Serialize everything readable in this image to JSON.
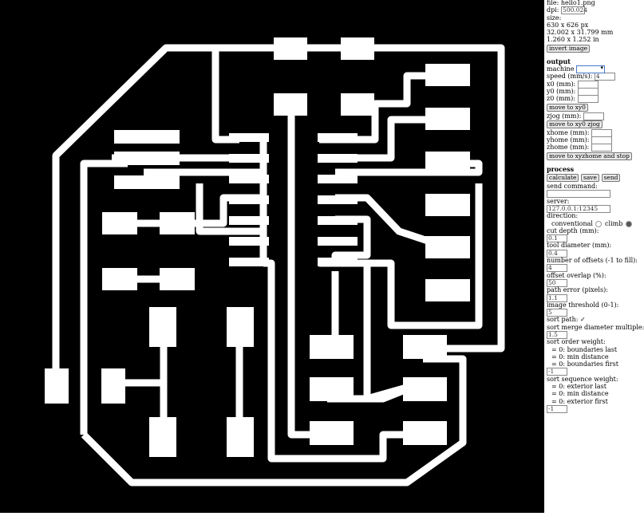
{
  "input": {
    "file_line": "file: hello1.png",
    "dpi_label": "dpi:",
    "dpi_value": "500.024",
    "size_label": "size:",
    "size_px": "630 x 626 px",
    "size_mm": "32.002 x 31.799 mm",
    "size_in": "1.260 x 1.252 in",
    "invert_label": "invert image"
  },
  "output": {
    "heading": "output",
    "machine_label": "machine",
    "machine_value": "",
    "speed_label": "speed (mm/s):",
    "speed_value": "4",
    "x0_label": "x0 (mm):",
    "y0_label": "y0 (mm):",
    "z0_label": "z0 (mm):",
    "move_xy0_label": "move to xy0",
    "zjog_label": "zjog (mm):",
    "move_xy0_zjog_label": "move to xy0 zjog",
    "xhome_label": "xhome (mm):",
    "yhome_label": "yhome (mm):",
    "zhome_label": "zhome (mm):",
    "move_home_label": "move to xyzhome and stop"
  },
  "process": {
    "heading": "process",
    "calculate_label": "calculate",
    "save_label": "save",
    "send_label": "send",
    "send_command_label": "send command:",
    "server_label": "server:",
    "server_value": "127.0.0.1:12345",
    "direction_label": "direction:",
    "conventional_label": "conventional",
    "climb_label": "climb",
    "cut_depth_label": "cut depth (mm):",
    "cut_depth_value": "0.1",
    "tool_diameter_label": "tool diameter (mm):",
    "tool_diameter_value": "0.4",
    "offsets_label": "number of offsets (-1 to fill):",
    "offsets_value": "4",
    "overlap_label": "offset overlap (%):",
    "overlap_value": "50",
    "path_error_label": "path error (pixels):",
    "path_error_value": "1.1",
    "threshold_label": "image threshold (0-1):",
    "threshold_value": "5",
    "sort_path_label": "sort path:",
    "sort_merge_label": "sort merge diameter multiple:",
    "sort_merge_value": "1.5",
    "sort_order_label": "sort order weight:",
    "sort_order_opt1": "= 0: boundaries last",
    "sort_order_opt2": "= 0: min distance",
    "sort_order_opt3": "= 0: boundaries first",
    "sort_order_value": "-1",
    "sort_seq_label": "sort sequence weight:",
    "sort_seq_opt1": "= 0: exterior last",
    "sort_seq_opt2": "= 0: min distance",
    "sort_seq_opt3": "= 0: exterior first",
    "sort_seq_value": "-1"
  }
}
